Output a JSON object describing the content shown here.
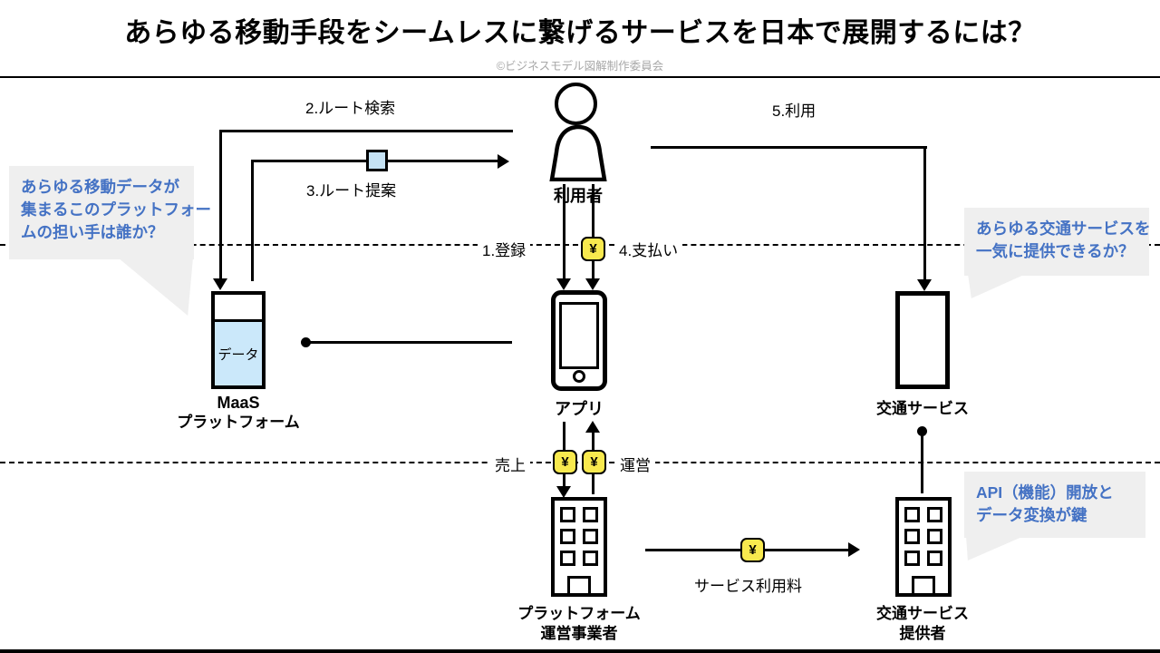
{
  "header": {
    "title": "あらゆる移動手段をシームレスに繋げるサービスを日本で展開するには？",
    "credit": "©ビジネスモデル図解制作委員会"
  },
  "actors": {
    "user": {
      "label": "利用者"
    },
    "maas_platform": {
      "line1": "MaaS",
      "line2": "プラットフォーム",
      "container_text": "データ"
    },
    "app": {
      "label": "アプリ"
    },
    "transport_service": {
      "label": "交通サービス"
    },
    "platform_operator": {
      "line1": "プラットフォーム",
      "line2": "運営事業者"
    },
    "transport_provider": {
      "line1": "交通サービス",
      "line2": "提供者"
    }
  },
  "flows": {
    "register": "1.登録",
    "route_search": "2.ルート検索",
    "route_proposal": "3.ルート提案",
    "payment": "4.支払い",
    "use": "5.利用",
    "sales": "売上",
    "operation": "運営",
    "service_fee": "サービス利用料"
  },
  "callouts": {
    "platform_owner": {
      "lines": [
        "あらゆる移動データが",
        "集まるこのプラットフォー",
        "ムの担い手は誰か？"
      ]
    },
    "one_stop": {
      "lines": [
        "あらゆる交通サービスを",
        "一気に提供できるか？"
      ]
    },
    "api": {
      "lines": [
        "API（機能）開放と",
        "データ変換が鍵"
      ]
    }
  },
  "icons": {
    "yen_symbol": "¥"
  },
  "colors": {
    "accent_blue": "#4472C4",
    "bubble_bg": "#EFEFEF",
    "yen_yellow": "#F8E94E",
    "light_blue_box": "#C5E2F4",
    "data_fill": "#CBE8FA"
  }
}
